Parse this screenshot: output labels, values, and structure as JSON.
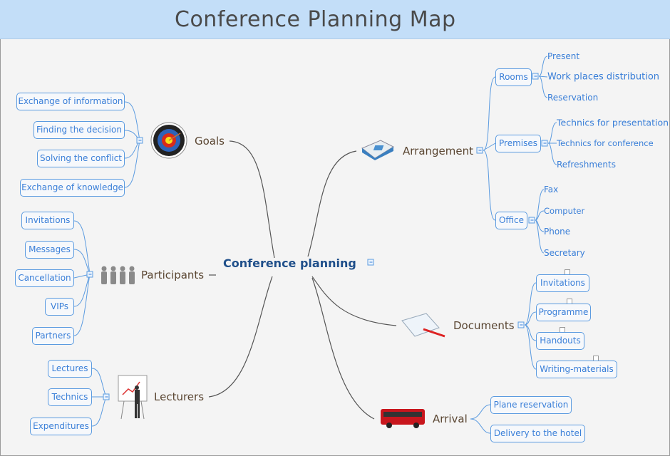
{
  "title": "Conference Planning Map",
  "center": "Conference planning",
  "goals": {
    "label": "Goals",
    "items": [
      "Exchange of information",
      "Finding the decision",
      "Solving the conflict",
      "Exchange of knowledge"
    ]
  },
  "participants": {
    "label": "Participants",
    "items": [
      "Invitations",
      "Messages",
      "Cancellation",
      "VIPs",
      "Partners"
    ]
  },
  "lecturers": {
    "label": "Lecturers",
    "items": [
      "Lectures",
      "Technics",
      "Expenditures"
    ]
  },
  "arrangement": {
    "label": "Arrangement",
    "rooms": {
      "label": "Rooms",
      "items": [
        "Present",
        "Work places distribution",
        "Reservation"
      ]
    },
    "premises": {
      "label": "Premises",
      "items": [
        "Technics for presentation",
        "Technics for conference",
        "Refreshments"
      ]
    },
    "office": {
      "label": "Office",
      "items": [
        "Fax",
        "Computer",
        "Phone",
        "Secretary"
      ]
    }
  },
  "documents": {
    "label": "Documents",
    "items": [
      "Invitations",
      "Programme",
      "Handouts",
      "Writing-materials"
    ]
  },
  "arrival": {
    "label": "Arrival",
    "items": [
      "Plane reservation",
      "Delivery to the hotel"
    ]
  }
}
